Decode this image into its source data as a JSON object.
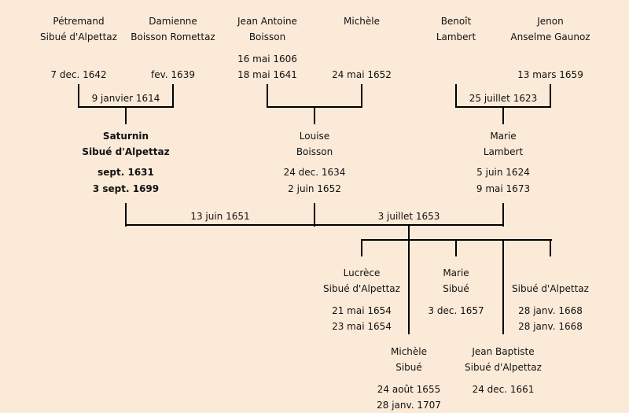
{
  "gen1": {
    "petremand": {
      "first": "Pétremand",
      "last": "Sibué d'Alpettaz",
      "death": "7 dec. 1642"
    },
    "damienne": {
      "first": "Damienne",
      "last": "Boisson Romettaz",
      "death": "fev. 1639"
    },
    "jean_antoine": {
      "first": "Jean Antoine",
      "last": "Boisson",
      "birth": "16 mai 1606",
      "death": "18 mai 1641"
    },
    "michele": {
      "first": "Michèle",
      "death": "24 mai 1652"
    },
    "benoit": {
      "first": "Benoît",
      "last": "Lambert"
    },
    "jenon": {
      "first": "Jenon",
      "last": "Anselme Gaunoz",
      "death": "13 mars 1659"
    }
  },
  "marriages": {
    "m1": "9 janvier 1614",
    "m2": "25 juillet 1623",
    "m3": "13 juin 1651",
    "m4": "3 juillet 1653"
  },
  "gen2": {
    "saturnin": {
      "first": "Saturnin",
      "last": "Sibué d'Alpettaz",
      "birth": "sept. 1631",
      "death": "3 sept. 1699"
    },
    "louise": {
      "first": "Louise",
      "last": "Boisson",
      "birth": "24 dec. 1634",
      "death": "2 juin 1652"
    },
    "marie": {
      "first": "Marie",
      "last": "Lambert",
      "birth": "5 juin 1624",
      "death": "9 mai 1673"
    }
  },
  "children": {
    "lucrece": {
      "first": "Lucrèce",
      "last": "Sibué d'Alpettaz",
      "birth": "21 mai 1654",
      "death": "23 mai 1654"
    },
    "marie": {
      "first": "Marie",
      "last": "Sibué",
      "birth": "3 dec. 1657"
    },
    "unnamed": {
      "last": "Sibué d'Alpettaz",
      "birth": "28 janv. 1668",
      "death": "28 janv. 1668"
    },
    "michele": {
      "first": "Michèle",
      "last": "Sibué",
      "birth": "24 août 1655",
      "death": "28 janv. 1707"
    },
    "jean_baptiste": {
      "first": "Jean Baptiste",
      "last": "Sibué d'Alpettaz",
      "birth": "24 dec. 1661"
    }
  }
}
